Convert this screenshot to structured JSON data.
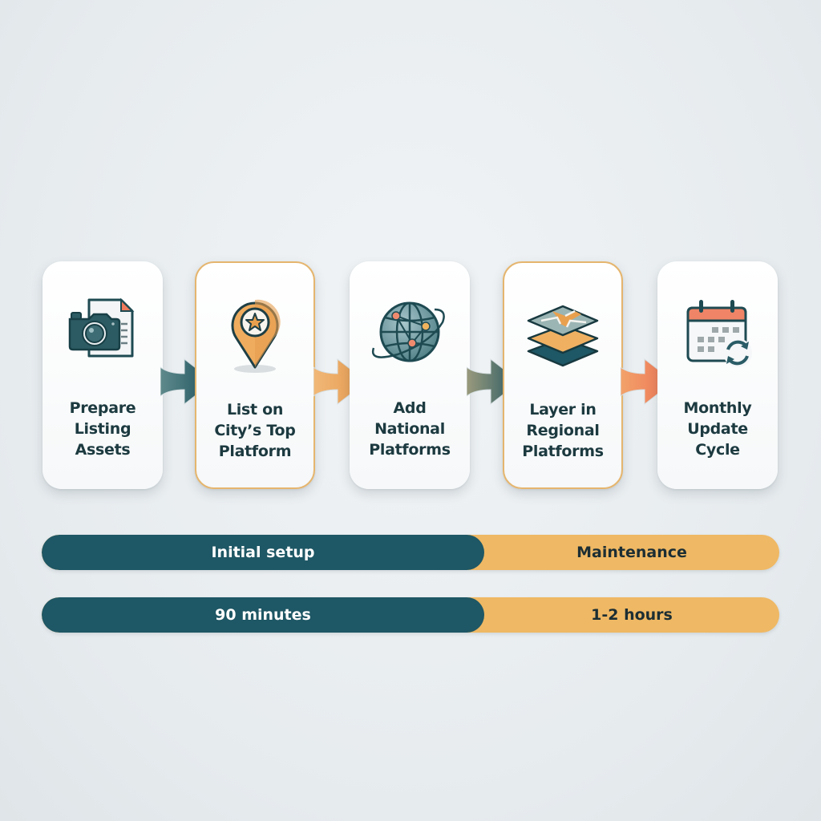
{
  "steps": [
    {
      "label_lines": [
        "Prepare",
        "Listing",
        "Assets"
      ],
      "label": "Prepare Listing Assets",
      "icon": "camera-document-icon",
      "highlighted": false
    },
    {
      "label_lines": [
        "List on",
        "City’s Top",
        "Platform"
      ],
      "label": "List on City’s Top Platform",
      "icon": "map-pin-star-icon",
      "highlighted": true
    },
    {
      "label_lines": [
        "Add",
        "National",
        "Platforms"
      ],
      "label": "Add National Platforms",
      "icon": "globe-network-icon",
      "highlighted": false
    },
    {
      "label_lines": [
        "Layer in",
        "Regional",
        "Platforms"
      ],
      "label": "Layer in Regional Platforms",
      "icon": "map-layers-icon",
      "highlighted": true
    },
    {
      "label_lines": [
        "Monthly",
        "Update",
        "Cycle"
      ],
      "label": "Monthly Update Cycle",
      "icon": "calendar-refresh-icon",
      "highlighted": false
    }
  ],
  "arrows": [
    {
      "from": 1,
      "to": 2,
      "color": "#2a6069"
    },
    {
      "from": 2,
      "to": 3,
      "color": "#e9a55a"
    },
    {
      "from": 3,
      "to": 4,
      "color": "#3f6b70"
    },
    {
      "from": 4,
      "to": 5,
      "color": "#ef7a5c"
    }
  ],
  "phases": {
    "labels": {
      "initial": "Initial setup",
      "maintenance": "Maintenance"
    },
    "durations": {
      "initial": "90 minutes",
      "maintenance": "1-2 hours"
    }
  },
  "colors": {
    "teal": "#1e5765",
    "amber": "#efb864",
    "coral": "#ef7a5c",
    "text_dark": "#1c3a40",
    "highlight_border": "#e5b56e"
  }
}
